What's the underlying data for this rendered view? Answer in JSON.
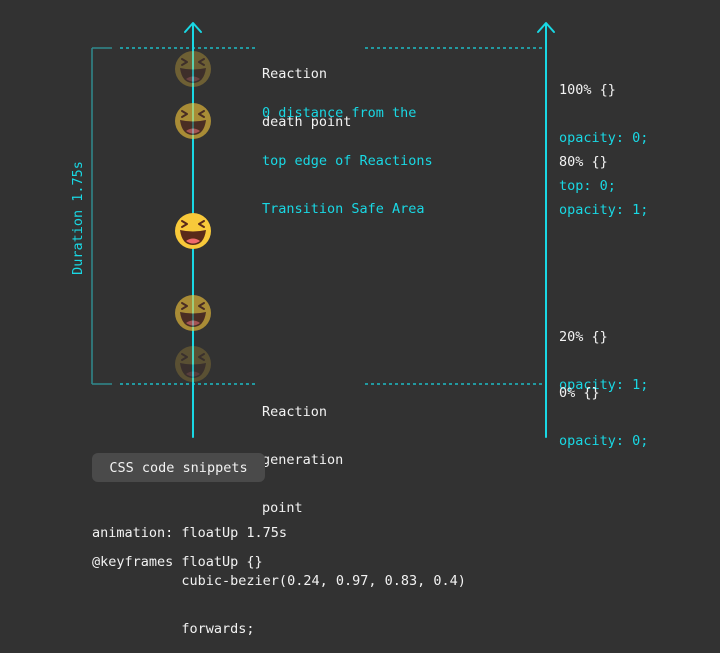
{
  "labels": {
    "death_point": [
      "Reaction",
      "death point"
    ],
    "zero_distance": [
      "0 distance from the",
      "top edge of Reactions",
      "Transition Safe Area"
    ],
    "generation_point": [
      "Reaction",
      "generation",
      "point"
    ],
    "duration": "Duration 1.75s"
  },
  "keyframes": [
    {
      "selector": "100% {}",
      "props": [
        "opacity: 0;",
        "top: 0;"
      ]
    },
    {
      "selector": "80% {}",
      "props": [
        "opacity: 1;"
      ]
    },
    {
      "selector": "20% {}",
      "props": [
        "opacity: 1;"
      ]
    },
    {
      "selector": "0% {}",
      "props": [
        "opacity: 0;"
      ]
    }
  ],
  "code_section": {
    "pill": "CSS code snippets",
    "lines": [
      "animation: floatUp 1.75s",
      "           cubic-bezier(0.24, 0.97, 0.83, 0.4)",
      "           forwards;"
    ],
    "keyframes_line": "@keyframes floatUp {}"
  },
  "reactions": [
    {
      "opacity": 0.3
    },
    {
      "opacity": 0.6
    },
    {
      "opacity": 1.0
    },
    {
      "opacity": 0.6
    },
    {
      "opacity": 0.2
    }
  ],
  "colors": {
    "background": "#323232",
    "accent": "#19d8e4",
    "text": "#f2f2f2",
    "bracket": "#2f8a8e",
    "emoji_face": "#f8c93a",
    "emoji_mouth": "#5a2a1a",
    "emoji_tongue": "#f06a6a",
    "pill_bg": "#4a4a4a"
  }
}
